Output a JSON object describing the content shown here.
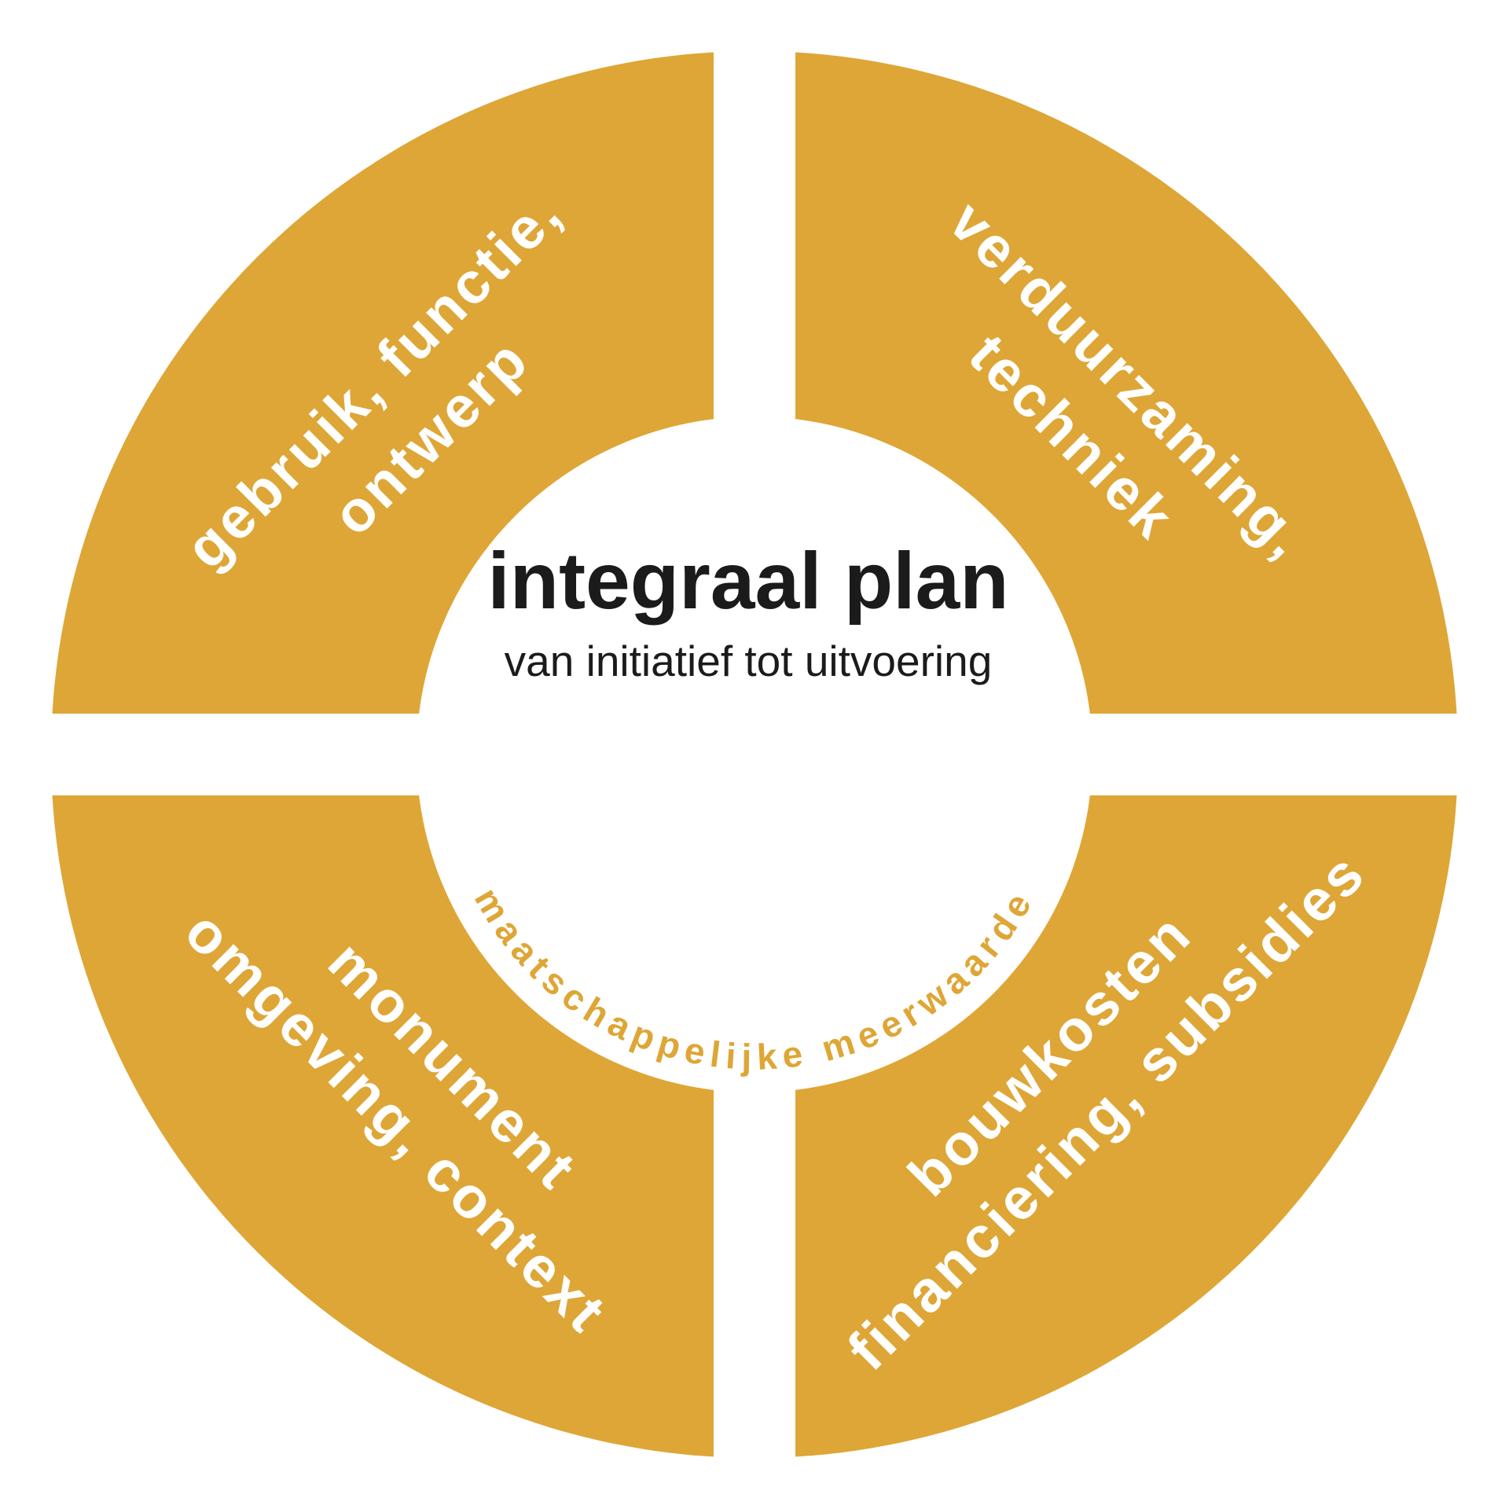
{
  "diagram": {
    "center": {
      "title": "integraal plan",
      "subtitle": "van initiatief tot uitvoering",
      "arc_label": "maatschappelijke meerwaarde"
    },
    "quadrants": {
      "top_left": {
        "line1": "gebruik, functie,",
        "line2": "ontwerp"
      },
      "top_right": {
        "line1": "verduurzaming,",
        "line2": "techniek"
      },
      "bottom_left": {
        "line1": "monument",
        "line2": "omgeving, context"
      },
      "bottom_right": {
        "line1": "bouwkosten",
        "line2": "financiering, subsidies"
      }
    },
    "colors": {
      "gold": "#DEA636",
      "text_dark": "#1B1B1B",
      "background": "#FFFFFF"
    }
  }
}
